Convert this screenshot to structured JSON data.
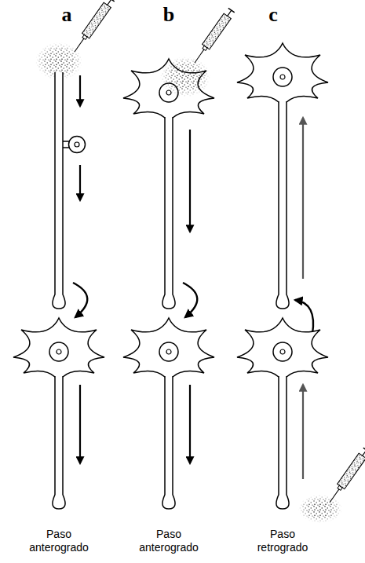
{
  "diagram": {
    "labels": [
      "a",
      "b",
      "c",
      "Paso anterogrado",
      "Paso anterogrado",
      "Paso retrogrado"
    ]
  }
}
